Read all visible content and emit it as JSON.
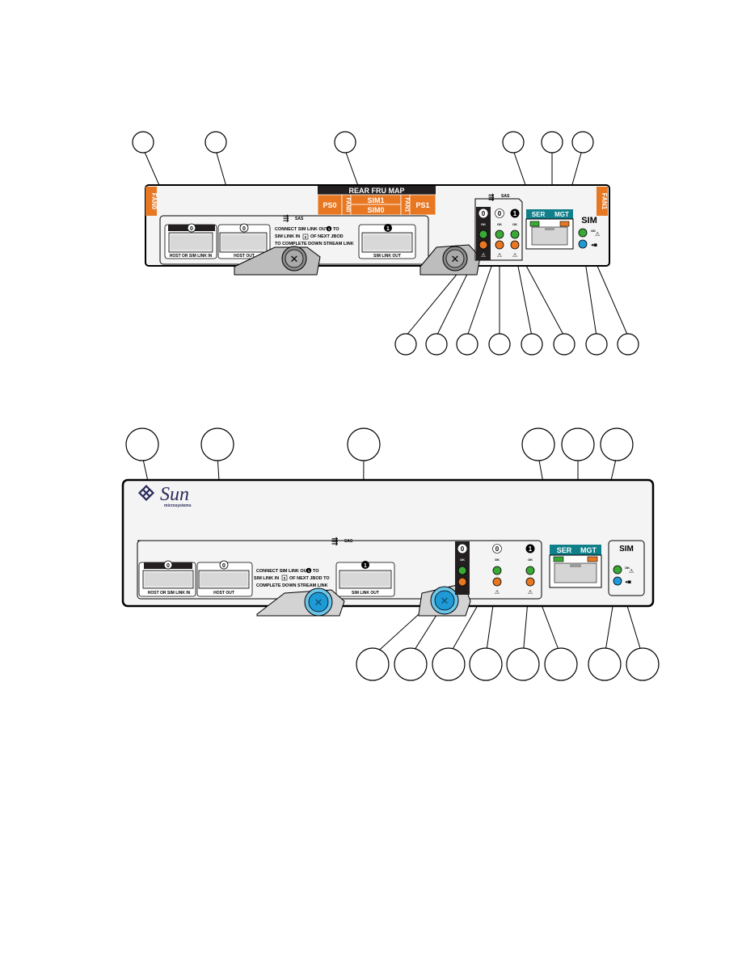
{
  "top_panel": {
    "fan_left": "FAN0",
    "fan_right": "FAN1",
    "fru_map_title": "REAR FRU MAP",
    "fru_ps0": "PS0",
    "fru_fan0": "FAN0",
    "fru_sim1": "SIM1",
    "fru_sim0": "SIM0",
    "fru_fan1": "FAN1",
    "fru_ps1": "PS1",
    "port_host_in_num": "0",
    "port_host_out_num": "0",
    "port_sim_out_num": "1",
    "port_host_in_label": "HOST OR SIM LINK IN",
    "port_host_out_label": "HOST OUT",
    "port_sim_out_label": "SIM LINK OUT",
    "connect_line1": "CONNECT SIM LINK OUT",
    "connect_line1b": "TO",
    "connect_line2": "SIM LINK IN",
    "connect_line2b": "OF NEXT JBOD",
    "connect_line3": "TO COMPLETE  DOWN STREAM LINK",
    "sas_text": "SAS",
    "led_col0": "0",
    "led_col1": "0",
    "led_col2": "1",
    "ok_text": "OK",
    "ser_text": "SER",
    "mgt_text": "MGT",
    "sim_text": "SIM"
  },
  "bottom_panel": {
    "brand": "Sun",
    "brand_sub": "microsystems",
    "port_host_in_num": "0",
    "port_host_out_num": "0",
    "port_sim_out_num": "1",
    "port_host_in_label": "HOST OR SIM LINK IN",
    "port_host_out_label": "HOST OUT",
    "port_sim_out_label": "SIM LINK OUT",
    "connect_line1": "CONNECT SIM LINK OUT",
    "connect_line1b": "TO",
    "connect_line2": "SIM LINK IN",
    "connect_line2b": "OF NEXT JBOD TO",
    "connect_line3": "COMPLETE DOWN STREAM LINK",
    "sas_text": "SAS",
    "led_col0": "0",
    "led_col1": "0",
    "led_col2": "1",
    "ok_text": "OK",
    "ser_text": "SER",
    "mgt_text": "MGT",
    "sim_text": "SIM"
  },
  "colors": {
    "orange": "#e87722",
    "green": "#3aa935",
    "blue": "#1e9ad6",
    "teal": "#0f7f8a",
    "light_blue": "#6cc4e8"
  }
}
